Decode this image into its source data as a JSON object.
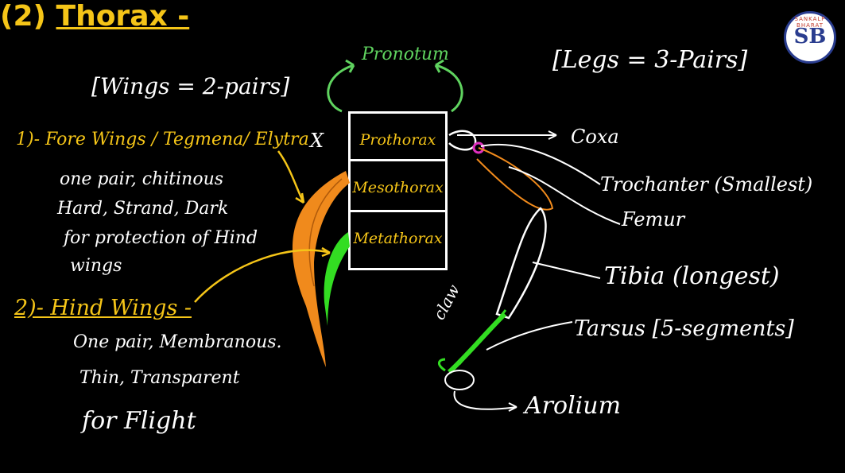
{
  "heading": {
    "number": "(2)",
    "title": "Thorax -"
  },
  "logo": {
    "initials": "SB",
    "ring_text": "SANKALP BHARAT"
  },
  "left": {
    "wings_rule": "[Wings = 2-pairs]",
    "fore_wings_title": "1)- Fore Wings / Tegmena/ Elytra",
    "fore_lines": [
      "one pair, chitinous",
      "Hard, Strand, Dark",
      "for protection of Hind",
      "wings"
    ],
    "hind_wings_title": "2)- Hind Wings -",
    "hind_lines": [
      "One pair, Membranous.",
      "Thin, Transparent",
      "for Flight"
    ]
  },
  "center": {
    "pronotum": "Pronotum",
    "cross": "X",
    "segments": [
      "Prothorax",
      "Mesothorax",
      "Metathorax"
    ]
  },
  "right": {
    "legs_rule": "[Legs = 3-Pairs]",
    "coxa": "Coxa",
    "trochanter": "Trochanter (Smallest)",
    "femur": "Femur",
    "tibia": "Tibia (longest)",
    "tarsus": "Tarsus [5-segments]",
    "claw": "claw",
    "arolium": "Arolium"
  },
  "colors": {
    "background": "#000000",
    "yellow": "#f5c518",
    "green": "#5fd35f",
    "orange": "#f08a1c",
    "bright_green": "#33dd22",
    "magenta": "#e030c0"
  }
}
